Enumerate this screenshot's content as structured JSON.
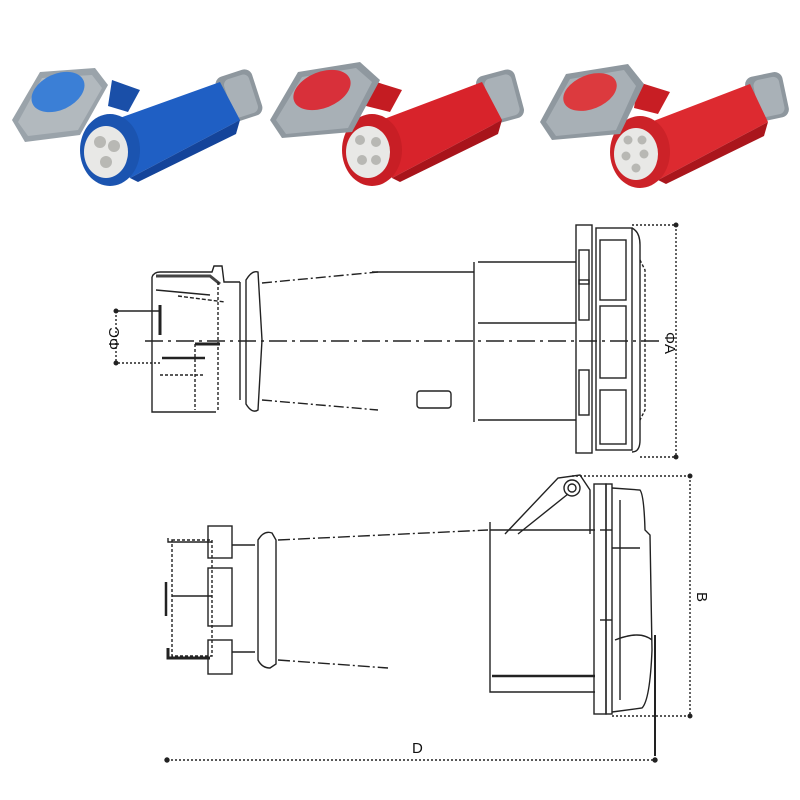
{
  "products": [
    {
      "name": "blue-socket",
      "body_color": "#1f5fc4",
      "body_shade": "#14449a",
      "lid_color": "#9aa3aa",
      "lid_face_color": "#3b7fd6",
      "pins": 3
    },
    {
      "name": "red-socket-4pin",
      "body_color": "#d8232b",
      "body_shade": "#a8141b",
      "lid_color": "#8f989f",
      "lid_face_color": "#d8303a",
      "pins": 4
    },
    {
      "name": "red-socket-5pin",
      "body_color": "#dd2a30",
      "body_shade": "#aa161c",
      "lid_color": "#8f989f",
      "lid_face_color": "#dc3a3e",
      "pins": 5
    }
  ],
  "drawing": {
    "top_view": {
      "dimensions": {
        "diameter_a": "ΦA",
        "diameter_c": "ΦC"
      }
    },
    "side_view": {
      "dimensions": {
        "height_b": "B",
        "length_d": "D"
      }
    },
    "line_color": "#222222"
  }
}
